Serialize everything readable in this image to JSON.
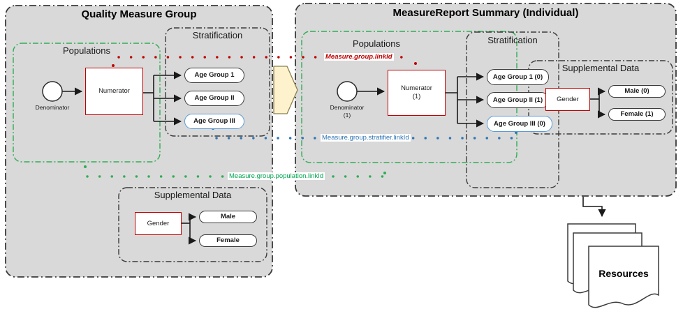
{
  "left_group": {
    "title": "Quality Measure Group",
    "populations": {
      "label": "Populations",
      "denominator": "Denominator",
      "numerator": "Numerator"
    },
    "stratification": {
      "label": "Stratification",
      "items": [
        "Age Group 1",
        "Age Group II",
        "Age Group III"
      ]
    },
    "supplemental": {
      "label": "Supplemental Data",
      "gender": "Gender",
      "items": [
        "Male",
        "Female"
      ]
    }
  },
  "right_group": {
    "title": "MeasureReport Summary (Individual)",
    "populations": {
      "label": "Populations",
      "denominator_line1": "Denominator",
      "denominator_line2": "(1)",
      "numerator_line1": "Numerator",
      "numerator_line2": "(1)"
    },
    "stratification": {
      "label": "Stratification",
      "items": [
        "Age Group 1 (0)",
        "Age Group II (1)",
        "Age Group III (0)"
      ]
    },
    "supplemental": {
      "label": "Supplemental Data",
      "gender": "Gender",
      "items": [
        "Male (0)",
        "Female (1)"
      ]
    }
  },
  "link_labels": {
    "red": "Measure.group.linkId",
    "blue": "Measure.group.stratifier.linkId",
    "green": "Measure.group.population.linkId"
  },
  "resources": {
    "label": "Resources"
  },
  "colors": {
    "container_fill": "#d9d9d9",
    "container_border": "#3a3a3a",
    "red_accent": "#c00000",
    "green_accent": "#2fad55",
    "blue_accent": "#2e75b6",
    "blue_box_border": "#5b9bd5",
    "chevron_fill": "#fdf2cc",
    "chevron_border": "#8a8050"
  }
}
